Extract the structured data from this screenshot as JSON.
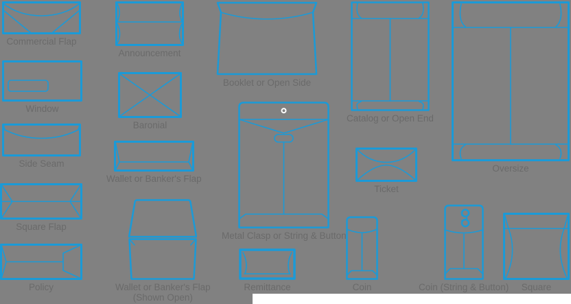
{
  "colors": {
    "background": "#818181",
    "accent_blue": "#1b9ad7",
    "envelope_fill": "#ffffff",
    "label_text": "#6a6a6a"
  },
  "envelopes": [
    {
      "id": "commercial-flap",
      "label": "Commercial Flap"
    },
    {
      "id": "window",
      "label": "Window"
    },
    {
      "id": "side-seam",
      "label": "Side Seam"
    },
    {
      "id": "square-flap",
      "label": "Square Flap"
    },
    {
      "id": "policy",
      "label": "Policy"
    },
    {
      "id": "announcement",
      "label": "Announcement"
    },
    {
      "id": "baronial",
      "label": "Baronial"
    },
    {
      "id": "wallet",
      "label": "Wallet or Banker's Flap"
    },
    {
      "id": "wallet-open",
      "label": "Wallet or Banker's Flap",
      "label2": "(Shown Open)"
    },
    {
      "id": "booklet",
      "label": "Booklet or Open Side"
    },
    {
      "id": "metal-clasp",
      "label": "Metal Clasp or String & Button"
    },
    {
      "id": "remittance",
      "label": "Remittance"
    },
    {
      "id": "catalog",
      "label": "Catalog or Open End"
    },
    {
      "id": "ticket",
      "label": "Ticket"
    },
    {
      "id": "coin",
      "label": "Coin"
    },
    {
      "id": "coin-string",
      "label": "Coin (String & Button)"
    },
    {
      "id": "oversize",
      "label": "Oversize"
    },
    {
      "id": "square",
      "label": "Square"
    }
  ]
}
